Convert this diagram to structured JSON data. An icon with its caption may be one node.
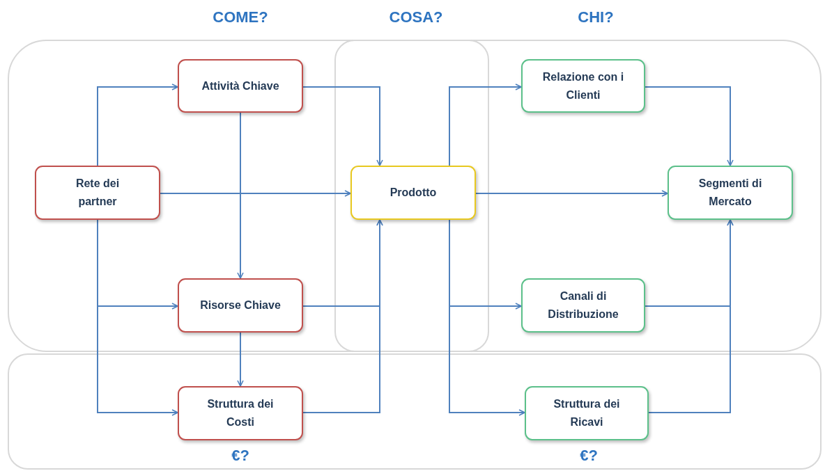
{
  "diagram": {
    "nodes": [
      {
        "text": [
          "Attività Chiave"
        ]
      },
      {
        "text": [
          "Rete dei partner"
        ]
      },
      {
        "text": [
          "Risorse Chiave"
        ]
      },
      {
        "text": [
          "Struttura dei Costi"
        ]
      },
      {
        "text": [
          "Prodotto"
        ]
      },
      {
        "text": [
          "Relazione con i Clienti"
        ]
      },
      {
        "text": [
          "Segmenti di Mercato"
        ]
      },
      {
        "text": [
          "Canali di Distribuzione"
        ]
      },
      {
        "text": [
          "Struttura dei Ricavi"
        ]
      }
    ],
    "edges": [
      {
        "from": 1,
        "to": 0,
        "arrow": "to"
      },
      {
        "from": 1,
        "to": 4,
        "arrow": "to"
      },
      {
        "from": 1,
        "to": 2,
        "arrow": "to"
      },
      {
        "from": 1,
        "to": 3,
        "arrow": "to"
      },
      {
        "from": 0,
        "to": 4,
        "arrow": "to"
      },
      {
        "from": 0,
        "to": 2,
        "arrow": "to"
      },
      {
        "from": 2,
        "to": 3,
        "arrow": "to"
      },
      {
        "from": 2,
        "to": 4,
        "arrow": "to"
      },
      {
        "from": 3,
        "to": 4,
        "arrow": "to"
      },
      {
        "from": 4,
        "to": 5,
        "arrow": "to"
      },
      {
        "from": 4,
        "to": 6,
        "arrow": "to"
      },
      {
        "from": 4,
        "to": 7,
        "arrow": "to"
      },
      {
        "from": 4,
        "to": 8,
        "arrow": "to"
      },
      {
        "from": 5,
        "to": 6,
        "arrow": "to"
      },
      {
        "from": 7,
        "to": 6,
        "arrow": "to"
      },
      {
        "from": 8,
        "to": 6,
        "arrow": "to"
      }
    ],
    "labels": [
      "COME?",
      "COSA?",
      "CHI?",
      "€?",
      "€?"
    ]
  }
}
